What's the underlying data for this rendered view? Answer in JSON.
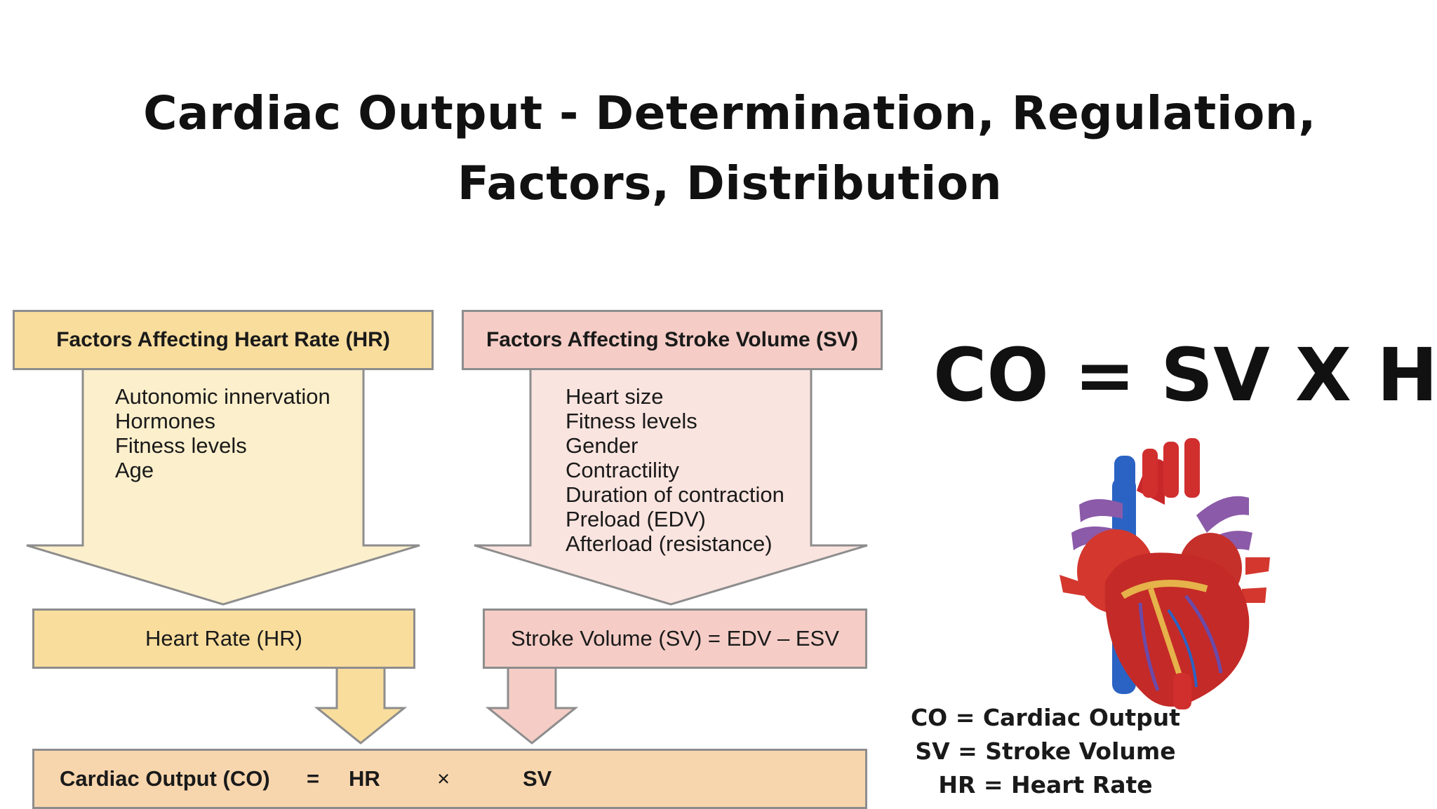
{
  "title": "Cardiac Output - Determination, Regulation, Factors, Distribution",
  "diagram": {
    "hr_header": "Factors Affecting Heart Rate (HR)",
    "hr_factors": [
      "Autonomic innervation",
      "Hormones",
      "Fitness levels",
      "Age"
    ],
    "sv_header": "Factors Affecting Stroke Volume (SV)",
    "sv_factors": [
      "Heart size",
      "Fitness levels",
      "Gender",
      "Contractility",
      "Duration of contraction",
      "Preload (EDV)",
      "Afterload (resistance)"
    ],
    "hr_box": "Heart Rate (HR)",
    "sv_box": "Stroke Volume (SV) = EDV – ESV",
    "co_label": "Cardiac Output (CO)",
    "co_equals": "=",
    "co_hr": "HR",
    "co_times": "×",
    "co_sv": "SV"
  },
  "formula": "CO = SV X HR",
  "legend": [
    "CO = Cardiac Output",
    "SV = Stroke Volume",
    "HR = Heart Rate"
  ],
  "colors": {
    "yellow_box": "#f9dd9c",
    "yellow_arrow": "#fcefcc",
    "pink_box": "#f5cdc6",
    "pink_arrow": "#fae4df",
    "co_box": "#f8d6ad",
    "border": "#8d8d8d"
  }
}
